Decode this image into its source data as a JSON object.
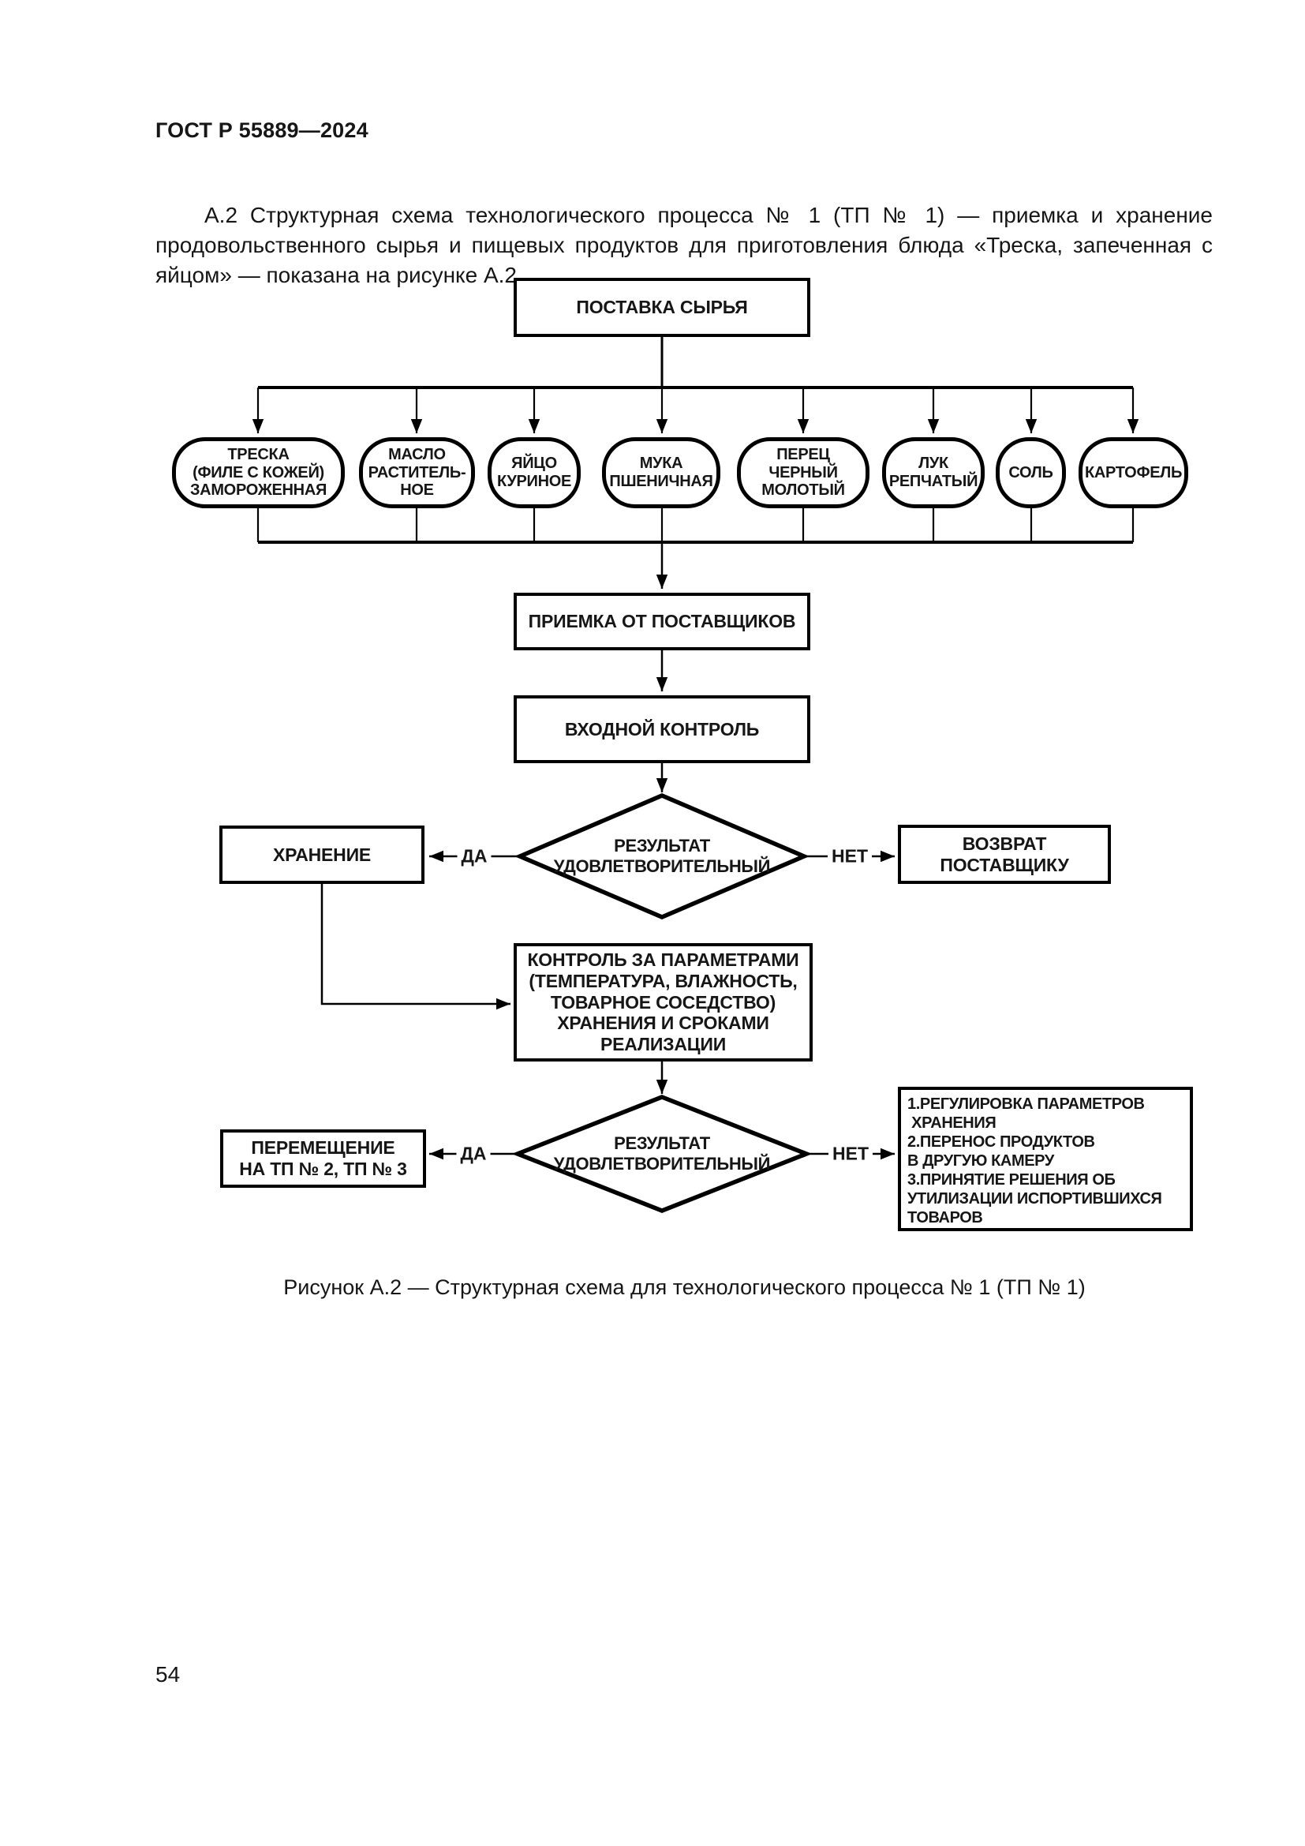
{
  "page": {
    "standard_number": "ГОСТ Р 55889—2024",
    "intro_paragraph": "А.2 Структурная схема технологического процесса № 1 (ТП № 1) — приемка и хранение продовольственного сырья и пищевых продуктов для приготовления блюда «Треска, запеченная с яйцом» — показана на рисунке А.2.",
    "figure_caption": "Рисунок А.2 — Структурная схема для технологического процесса № 1 (ТП № 1)",
    "page_number": "54"
  },
  "flowchart": {
    "supply": "ПОСТАВКА СЫРЬЯ",
    "ingredients": [
      "ТРЕСКА\n(ФИЛЕ С КОЖЕЙ)\nЗАМОРОЖЕННАЯ",
      "МАСЛО\nРАСТИТЕЛЬ-\nНОЕ",
      "ЯЙЦО\nКУРИНОЕ",
      "МУКА\nПШЕНИЧНАЯ",
      "ПЕРЕЦ\nЧЕРНЫЙ\nМОЛОТЫЙ",
      "ЛУК\nРЕПЧАТЫЙ",
      "СОЛЬ",
      "КАРТОФЕЛЬ"
    ],
    "acceptance": "ПРИЕМКА ОТ ПОСТАВЩИКОВ",
    "incoming_control": "ВХОДНОЙ КОНТРОЛЬ",
    "decision1": "РЕЗУЛЬТАТ\nУДОВЛЕТВОРИТЕЛЬНЫЙ",
    "decision2": "РЕЗУЛЬТАТ\nУДОВЛЕТВОРИТЕЛЬНЫЙ",
    "yes_label": "ДА",
    "no_label": "НЕТ",
    "storage": "ХРАНЕНИЕ",
    "return_to_supplier": "ВОЗВРАТ ПОСТАВЩИКУ",
    "parameters_control": "КОНТРОЛЬ ЗА ПАРАМЕТРАМИ\n(ТЕМПЕРАТУРА, ВЛАЖНОСТЬ,\nТОВАРНОЕ СОСЕДСТВО)\nХРАНЕНИЯ И СРОКАМИ\nРЕАЛИЗАЦИИ",
    "transfer": "ПЕРЕМЕЩЕНИЕ\nНА ТП № 2, ТП № 3",
    "corrective_actions": "1.РЕГУЛИРОВКА ПАРАМЕТРОВ\n ХРАНЕНИЯ\n2.ПЕРЕНОС ПРОДУКТОВ\nВ ДРУГУЮ КАМЕРУ\n3.ПРИНЯТИЕ РЕШЕНИЯ ОБ\nУТИЛИЗАЦИИ ИСПОРТИВШИХСЯ\nТОВАРОВ"
  }
}
